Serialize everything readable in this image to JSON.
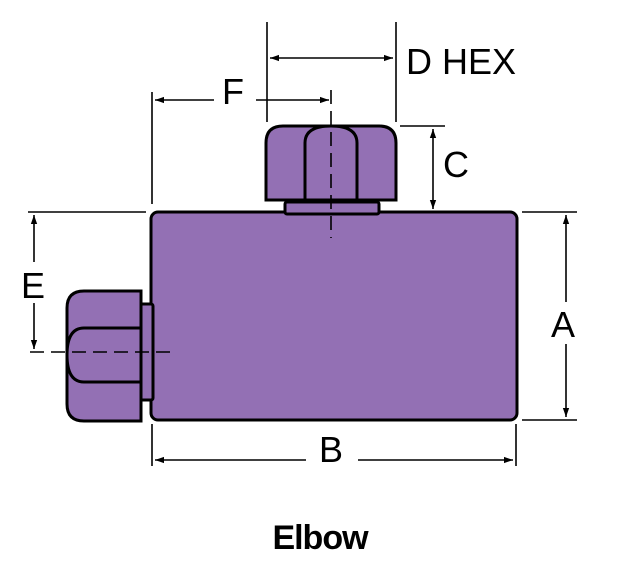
{
  "labels": {
    "a": "A",
    "b": "B",
    "c": "C",
    "d": "D HEX",
    "e": "E",
    "f": "F"
  },
  "caption": "Elbow",
  "colors": {
    "body": "#9370b4",
    "outline": "#000000",
    "background": "#ffffff"
  }
}
